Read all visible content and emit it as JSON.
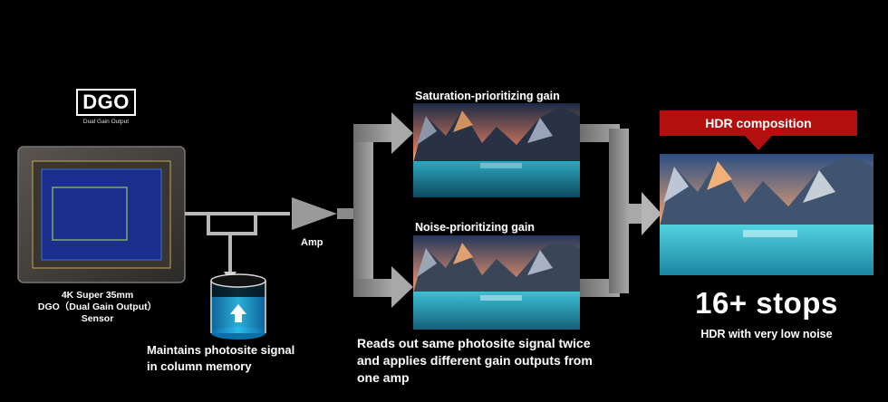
{
  "sensor": {
    "logo_text": "DGO",
    "logo_subtitle": "Dual Gain Output",
    "caption_lines": [
      "4K Super 35mm",
      "DGO（Dual Gain Output）",
      "Sensor"
    ]
  },
  "amp": {
    "label": "Amp"
  },
  "memory": {
    "caption_lines": [
      "Maintains photosite signal",
      "in column memory"
    ]
  },
  "gain_paths": [
    {
      "title": "Saturation-prioritizing gain"
    },
    {
      "title": "Noise-prioritizing  gain"
    }
  ],
  "readout": {
    "caption_lines": [
      "Reads out same photosite signal twice",
      "and applies different gain outputs from",
      "one amp"
    ]
  },
  "hdr": {
    "banner": "HDR composition",
    "stops": "16+ stops",
    "subtitle": "HDR with very low noise"
  },
  "colors": {
    "banner": "#b40f0f",
    "arrow_gray": "#8a8a8a",
    "sensor_blue": "#1a2f8c",
    "memory_cyan": "#29b7ee"
  }
}
